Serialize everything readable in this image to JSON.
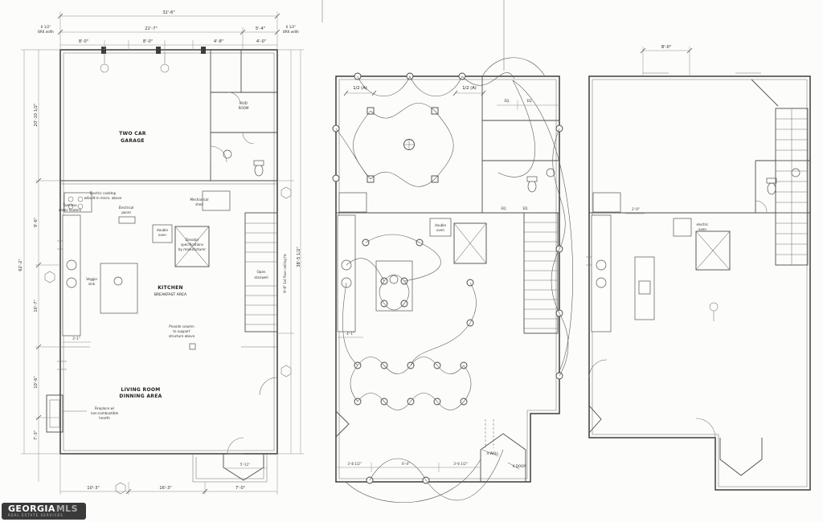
{
  "watermark": {
    "brand_bold": "GEORGIA",
    "brand_light": "MLS",
    "tagline": "REAL ESTATE SERVICES"
  },
  "first_floor": {
    "rooms": {
      "garage_1": "TWO CAR",
      "garage_2": "GARAGE",
      "mud_1": "MUD",
      "mud_2": "ROOM",
      "kitchen_1": "KITCHEN",
      "kitchen_2": "BREAKFAST AREA",
      "living_1": "LIVING ROOM",
      "living_2": "DINNING AREA",
      "stair_1": "Open",
      "stair_2": "stairwell"
    },
    "notes": {
      "cooktop_1": "Electric cooktop",
      "cooktop_2": "w/built-in micro. above",
      "tankless_1": "Tankless",
      "tankless_2": "water heaters",
      "panel_1": "Electrical",
      "panel_2": "panel",
      "mech_1": "Mechanical",
      "mech_2": "shed",
      "doven_1": "double",
      "doven_2": "oven",
      "elev_1": "Elevator",
      "elev_2": "specifications",
      "elev_3": "by manufacturer",
      "veggie_1": "Veggie",
      "veggie_2": "sink",
      "column_1": "Provide column",
      "column_2": "to support",
      "column_3": "structure above",
      "fire_1": "Fireplace w/",
      "fire_2": "non-combustible",
      "fire_3": "hearth",
      "ceiling": "9'-0\" 1st floor ceiling ht."
    },
    "dims": {
      "overall_top": "32'-6\"",
      "top_left": "22'-7\"",
      "top_right": "5'-4\"",
      "brk_l1": "6 1/2\"",
      "brk_l2": "BRK wdth",
      "brk_r1": "6 1/2\"",
      "brk_r2": "BRK wdth",
      "seg_a": "8'-0\"",
      "seg_b": "8'-0\"",
      "seg_c": "4'-8\"",
      "seg_d": "4'-0\"",
      "left_overall": "62'-2\"",
      "left_1": "20'-10 1/2\"",
      "left_2": "9'-6\"",
      "left_3": "16'-7\"",
      "left_4": "10'-6\"",
      "left_5": "7'-3\"",
      "right_overall": "38'-5 1/2\"",
      "bottom_1": "10'-3\"",
      "bottom_2": "16'-3\"",
      "bottom_3": "7'-0\"",
      "mid_1": "3'-1\"",
      "mid_2": "5'-11\""
    }
  },
  "electrical": {
    "labels": {
      "half_a_1": "1/2 (A)",
      "half_a_2": "1/2 (A)",
      "eq_1": "EQ.",
      "eq_2": "EQ.",
      "eq_3": "EQ.",
      "eq_4": "EQ.",
      "doven_1": "double",
      "doven_2": "oven",
      "wall": "4 WALL",
      "door": "6 DOOR"
    },
    "dims": {
      "b1": "3'-8 1/2\"",
      "b2": "6'-4\"",
      "b3": "3'-6 1/2\"",
      "left": "4'-1\""
    }
  },
  "second_floor": {
    "notes": {
      "oven_1": "electric",
      "oven_2": "oven"
    },
    "dims": {
      "top": "8'-0\"",
      "small": "2'-0\""
    }
  }
}
